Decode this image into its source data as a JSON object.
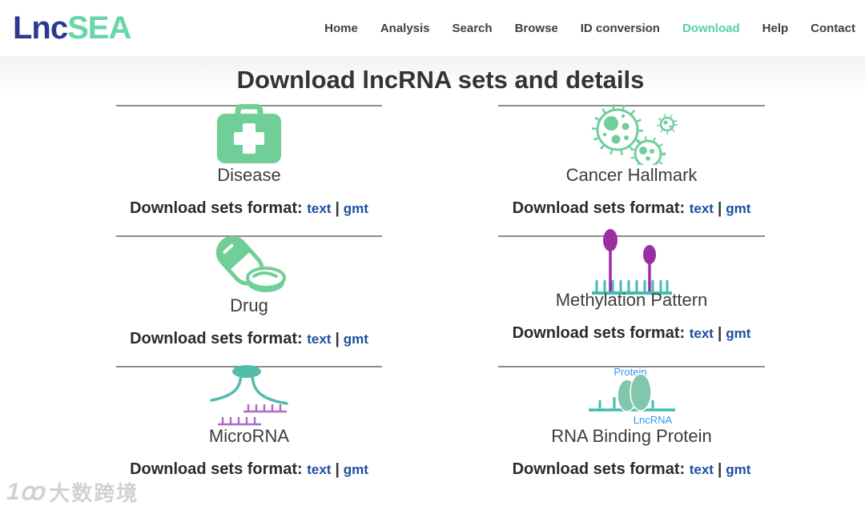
{
  "brand": {
    "prefix": "Lnc",
    "suffix": "SEA"
  },
  "nav": {
    "items": [
      {
        "label": "Home",
        "active": false
      },
      {
        "label": "Analysis",
        "active": false
      },
      {
        "label": "Search",
        "active": false
      },
      {
        "label": "Browse",
        "active": false
      },
      {
        "label": "ID conversion",
        "active": false
      },
      {
        "label": "Download",
        "active": true
      },
      {
        "label": "Help",
        "active": false
      },
      {
        "label": "Contact",
        "active": false
      }
    ]
  },
  "heading": "Download lncRNA sets and details",
  "cards": [
    {
      "name": "Disease",
      "icon": "first-aid-kit-icon",
      "format_label": "Download sets format:",
      "link_text": "text",
      "separator": "|",
      "link_gmt": "gmt"
    },
    {
      "name": "Cancer Hallmark",
      "icon": "cancer-cells-icon",
      "format_label": "Download sets format:",
      "link_text": "text",
      "separator": "|",
      "link_gmt": "gmt"
    },
    {
      "name": "Drug",
      "icon": "pills-icon",
      "format_label": "Download sets format:",
      "link_text": "text",
      "separator": "|",
      "link_gmt": "gmt"
    },
    {
      "name": "Methylation Pattern",
      "icon": "methylation-icon",
      "format_label": "Download sets format:",
      "link_text": "text",
      "separator": "|",
      "link_gmt": "gmt"
    },
    {
      "name": "MicroRNA",
      "icon": "mirna-hairpin-icon",
      "format_label": "Download sets format:",
      "link_text": "text",
      "separator": "|",
      "link_gmt": "gmt"
    },
    {
      "name": "RNA Binding Protein",
      "icon": "rna-binding-protein-icon",
      "icon_labels": {
        "top": "Protein",
        "bottom": "LncRNA"
      },
      "format_label": "Download sets format:",
      "link_text": "text",
      "separator": "|",
      "link_gmt": "gmt"
    }
  ],
  "watermark": {
    "logo_text": "1ꝏ",
    "text": "大数跨境"
  },
  "colors": {
    "brand_navy": "#2b3a8f",
    "brand_green": "#67d6a8",
    "nav_active_green": "#57d0a2",
    "icon_green": "#6fcf97",
    "icon_teal": "#3fbdb0",
    "icon_purple": "#9a2fa5",
    "icon_light_purple": "#b06cc0",
    "icon_sea_green": "#82c7ab",
    "icon_label_blue": "#3399e6",
    "link_blue": "#1b4fa0"
  }
}
